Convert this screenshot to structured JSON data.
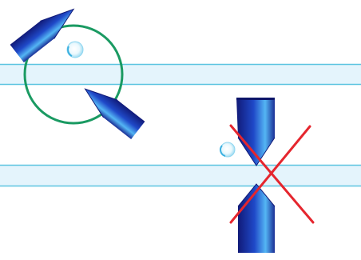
{
  "figure": {
    "panels": [
      {
        "id": "correct",
        "tool_arrangement": "angled-opposed",
        "indicator": "green-circle"
      },
      {
        "id": "incorrect",
        "tool_arrangement": "vertical-opposed",
        "indicator": "red-cross"
      }
    ],
    "colors": {
      "background": "#ffffff",
      "band_fill": "#e4f4fc",
      "band_line": "#5cc4e0",
      "tool_dark": "#111a78",
      "tool_mid": "#1f49c8",
      "tool_light": "#54b6f4",
      "circle": "#1a9a62",
      "cross": "#e5262e",
      "bubble": "#7fd0ee"
    }
  }
}
